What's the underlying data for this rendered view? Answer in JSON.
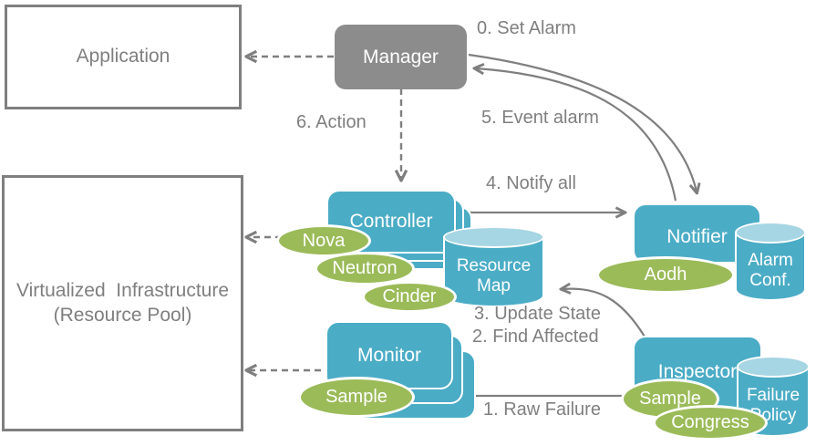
{
  "colors": {
    "teal": "#4BACC6",
    "teal_light": "#A6D5E3",
    "green": "#9BBB59",
    "manager_gray": "#8C8C8C",
    "line_gray": "#7F7F7F",
    "text_gray": "#7F7F7F",
    "shape_text": "#FFFFFF"
  },
  "nodes": {
    "application": {
      "label": "Application"
    },
    "virtualized_infrastructure": {
      "line1": "Virtualized  Infrastructure",
      "line2": "(Resource Pool)"
    },
    "manager": {
      "label": "Manager"
    },
    "controller": {
      "label": "Controller"
    },
    "monitor": {
      "label": "Monitor"
    },
    "notifier": {
      "label": "Notifier"
    },
    "inspector": {
      "label": "Inspector"
    }
  },
  "datastores": {
    "resource_map": {
      "line1": "Resource",
      "line2": "Map"
    },
    "alarm_conf": {
      "line1": "Alarm",
      "line2": "Conf."
    },
    "failure_policy": {
      "line1": "Failure",
      "line2": "Policy"
    }
  },
  "plugins": {
    "nova": "Nova",
    "neutron": "Neutron",
    "cinder": "Cinder",
    "monitor_sample": "Sample",
    "aodh": "Aodh",
    "inspector_sample": "Sample",
    "congress": "Congress"
  },
  "steps": {
    "set_alarm": "0. Set Alarm",
    "raw_failure": "1. Raw Failure",
    "find_affected": "2. Find Affected",
    "update_state": "3. Update State",
    "notify_all": "4. Notify all",
    "event_alarm": "5. Event alarm",
    "action": "6. Action"
  }
}
